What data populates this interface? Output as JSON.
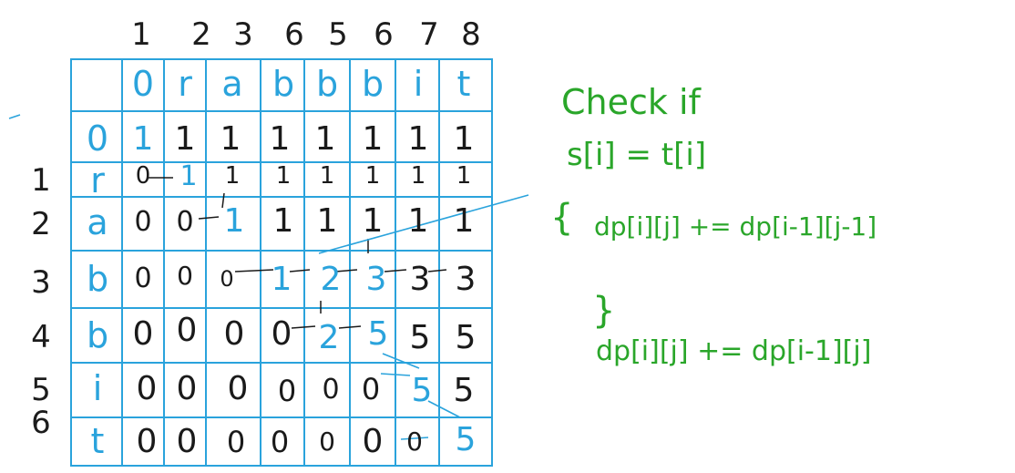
{
  "column_indices": [
    "1",
    "2",
    "3",
    "6",
    "5",
    "6",
    "7",
    "8"
  ],
  "row_indices": [
    "1",
    "2",
    "3",
    "4",
    "5",
    "6"
  ],
  "source_chars": [
    "0",
    "r",
    "a",
    "b",
    "b",
    "b",
    "i",
    "t"
  ],
  "target_chars": [
    "0",
    "r",
    "a",
    "b",
    "b",
    "i",
    "t"
  ],
  "table": [
    [
      "1",
      "1",
      "1",
      "1",
      "1",
      "1",
      "1",
      "1"
    ],
    [
      "0",
      "1",
      "1",
      "1",
      "1",
      "1",
      "1",
      "1"
    ],
    [
      "0",
      "0",
      "1",
      "1",
      "1",
      "1",
      "1",
      "1"
    ],
    [
      "0",
      "0",
      "0",
      "1",
      "2",
      "3",
      "3",
      "3"
    ],
    [
      "0",
      "0",
      "0",
      "0",
      "2",
      "5",
      "5",
      "5"
    ],
    [
      "0",
      "0",
      "0",
      "0",
      "0",
      "0",
      "5",
      "5"
    ],
    [
      "0",
      "0",
      "0",
      "0",
      "0",
      "0",
      "0",
      "5"
    ]
  ],
  "notes": {
    "line1": "Check if",
    "line2": "s[i] = t[i]",
    "line3": "{",
    "line4": "dp[i][j] += dp[i-1][j-1]",
    "line5": "}",
    "line6": "dp[i][j] += dp[i-1][j]"
  },
  "colors": {
    "grid": "#2aa3dc",
    "ink": "#1a1a1a",
    "note": "#2aa62a"
  }
}
